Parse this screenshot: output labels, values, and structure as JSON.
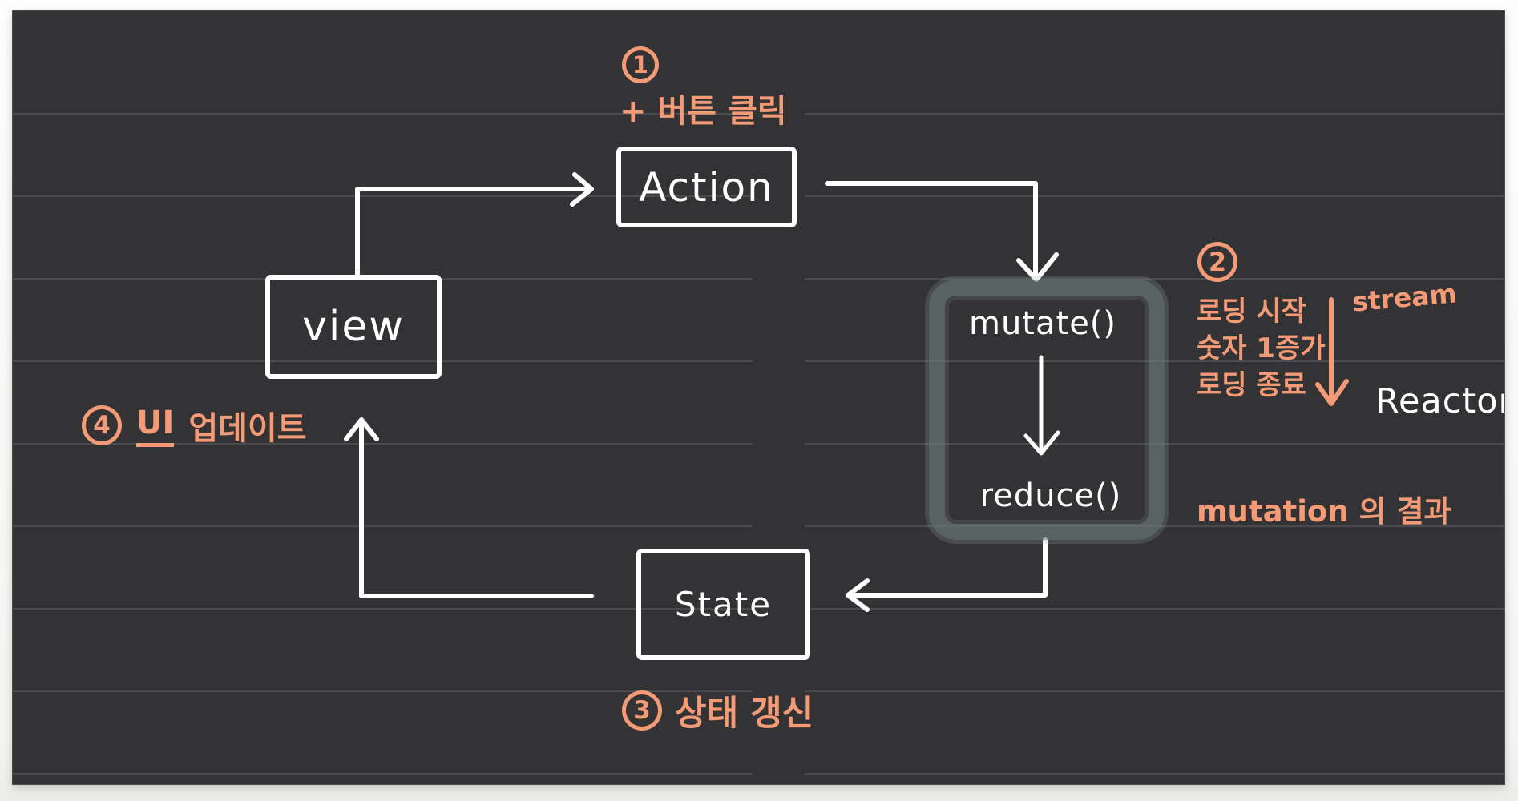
{
  "palette": {
    "canvas_bg": "#333235",
    "ruled_line": "#4a4b4d",
    "ink_white": "#ffffff",
    "accent_orange": "#f29b76",
    "highlight_teal": "#6e807c"
  },
  "nodes": {
    "action": {
      "label": "Action"
    },
    "view": {
      "label": "view"
    },
    "state": {
      "label": "State"
    },
    "mutate": {
      "label": "mutate()"
    },
    "reduce": {
      "label": "reduce()"
    }
  },
  "labels": {
    "reactor": "Reactor",
    "stream": "stream"
  },
  "annotations": {
    "step1": {
      "num": "1",
      "text": "+ 버튼 클릭"
    },
    "step2": {
      "num": "2",
      "lines": [
        "로딩 시작",
        "숫자 1증가",
        "로딩 종료"
      ]
    },
    "step3": {
      "num": "3",
      "text": "상태 갱신"
    },
    "step4": {
      "num": "4",
      "text_ui": "UI",
      "text_rest": "업데이트"
    },
    "mutation_result": {
      "text": "mutation 의 결과"
    }
  }
}
